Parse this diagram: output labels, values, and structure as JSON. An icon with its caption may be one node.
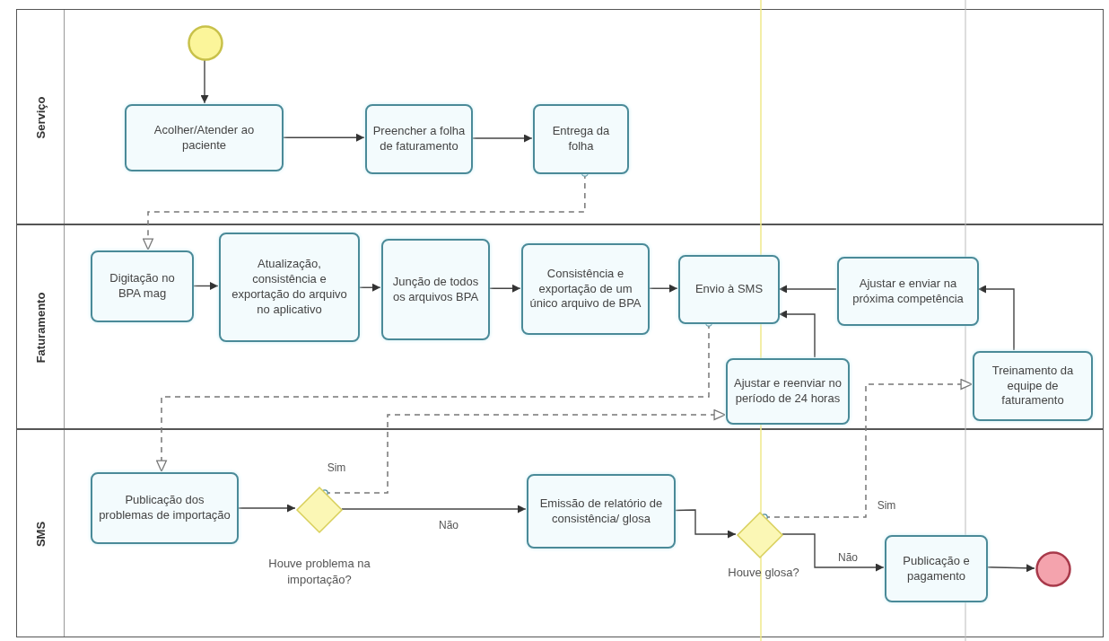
{
  "diagram": {
    "nodes": [
      {
        "text": [
          "Serviço"
        ]
      },
      {
        "text": [
          "Faturamento"
        ]
      },
      {
        "text": [
          "SMS"
        ]
      },
      {
        "text": [],
        "shape": "circle",
        "in": 0
      },
      {
        "text": [
          "Acolher/Atender ao paciente"
        ],
        "in": 0
      },
      {
        "text": [
          "Preencher a folha de faturamento"
        ],
        "in": 0
      },
      {
        "text": [
          "Entrega da folha"
        ],
        "in": 0
      },
      {
        "text": [
          "Digitação no BPA mag"
        ],
        "in": 1
      },
      {
        "text": [
          "Atualização, consistência e exportação do arquivo no aplicativo"
        ],
        "in": 1
      },
      {
        "text": [
          "Junção de todos os arquivos BPA"
        ],
        "in": 1
      },
      {
        "text": [
          "Consistência e exportação de um único arquivo de BPA"
        ],
        "in": 1
      },
      {
        "text": [
          "Envio à SMS"
        ],
        "in": 1
      },
      {
        "text": [
          "Ajustar e enviar na próxima competência"
        ],
        "in": 1
      },
      {
        "text": [
          "Ajustar e reenviar no período de 24 horas"
        ],
        "in": 1
      },
      {
        "text": [
          "Treinamento da equipe de faturamento"
        ],
        "in": 1
      },
      {
        "text": [
          "Publicação dos problemas de importação"
        ],
        "in": 2
      },
      {
        "text": [],
        "shape": "diamond",
        "in": 2,
        "beside": [
          "Houve problema na importação?"
        ]
      },
      {
        "text": [
          "Emissão de relatório de consistência/ glosa"
        ],
        "in": 2
      },
      {
        "text": [],
        "shape": "diamond",
        "in": 2,
        "beside": [
          "Houve glosa?"
        ]
      },
      {
        "text": [
          "Publicação e pagamento"
        ],
        "in": 2
      },
      {
        "text": [],
        "shape": "circle",
        "in": 2
      }
    ],
    "edges": [
      {
        "from": 3,
        "to": 4,
        "arrow": "to"
      },
      {
        "from": 4,
        "to": 5,
        "arrow": "to"
      },
      {
        "from": 5,
        "to": 6,
        "arrow": "to"
      },
      {
        "from": 6,
        "to": 7,
        "arrow": "to",
        "style": "dashed"
      },
      {
        "from": 7,
        "to": 8,
        "arrow": "to"
      },
      {
        "from": 8,
        "to": 9,
        "arrow": "to"
      },
      {
        "from": 9,
        "to": 10,
        "arrow": "to"
      },
      {
        "from": 10,
        "to": 11,
        "arrow": "to"
      },
      {
        "from": 11,
        "to": 15,
        "arrow": "to",
        "style": "dashed"
      },
      {
        "from": 15,
        "to": 16,
        "arrow": "to"
      },
      {
        "from": 16,
        "to": 17,
        "arrow": "to",
        "label": "Não"
      },
      {
        "from": 16,
        "to": 13,
        "arrow": "to",
        "style": "dashed",
        "label": "Sim"
      },
      {
        "from": 13,
        "to": 11,
        "arrow": "to"
      },
      {
        "from": 12,
        "to": 11,
        "arrow": "to"
      },
      {
        "from": 14,
        "to": 12,
        "arrow": "to"
      },
      {
        "from": 17,
        "to": 18,
        "arrow": "to"
      },
      {
        "from": 18,
        "to": 14,
        "arrow": "to",
        "style": "dashed",
        "label": "Sim"
      },
      {
        "from": 18,
        "to": 19,
        "arrow": "to",
        "label": "Não"
      },
      {
        "from": 19,
        "to": 20,
        "arrow": "to"
      }
    ]
  }
}
